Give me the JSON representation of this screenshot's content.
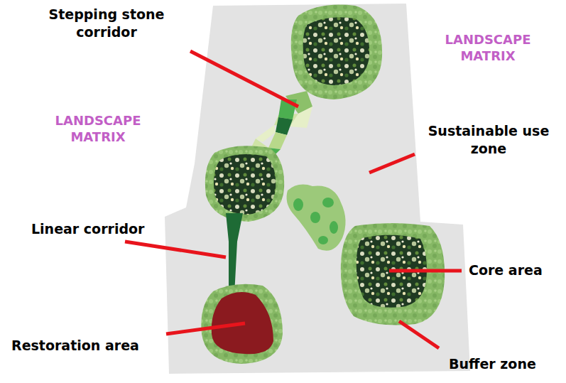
{
  "diagram": {
    "labels": [
      "Stepping stone corridor",
      "LANDSCAPE MATRIX",
      "LANDSCAPE MATRIX",
      "Sustainable use zone",
      "Linear corridor",
      "Core area",
      "Restoration area",
      "Buffer zone"
    ]
  }
}
